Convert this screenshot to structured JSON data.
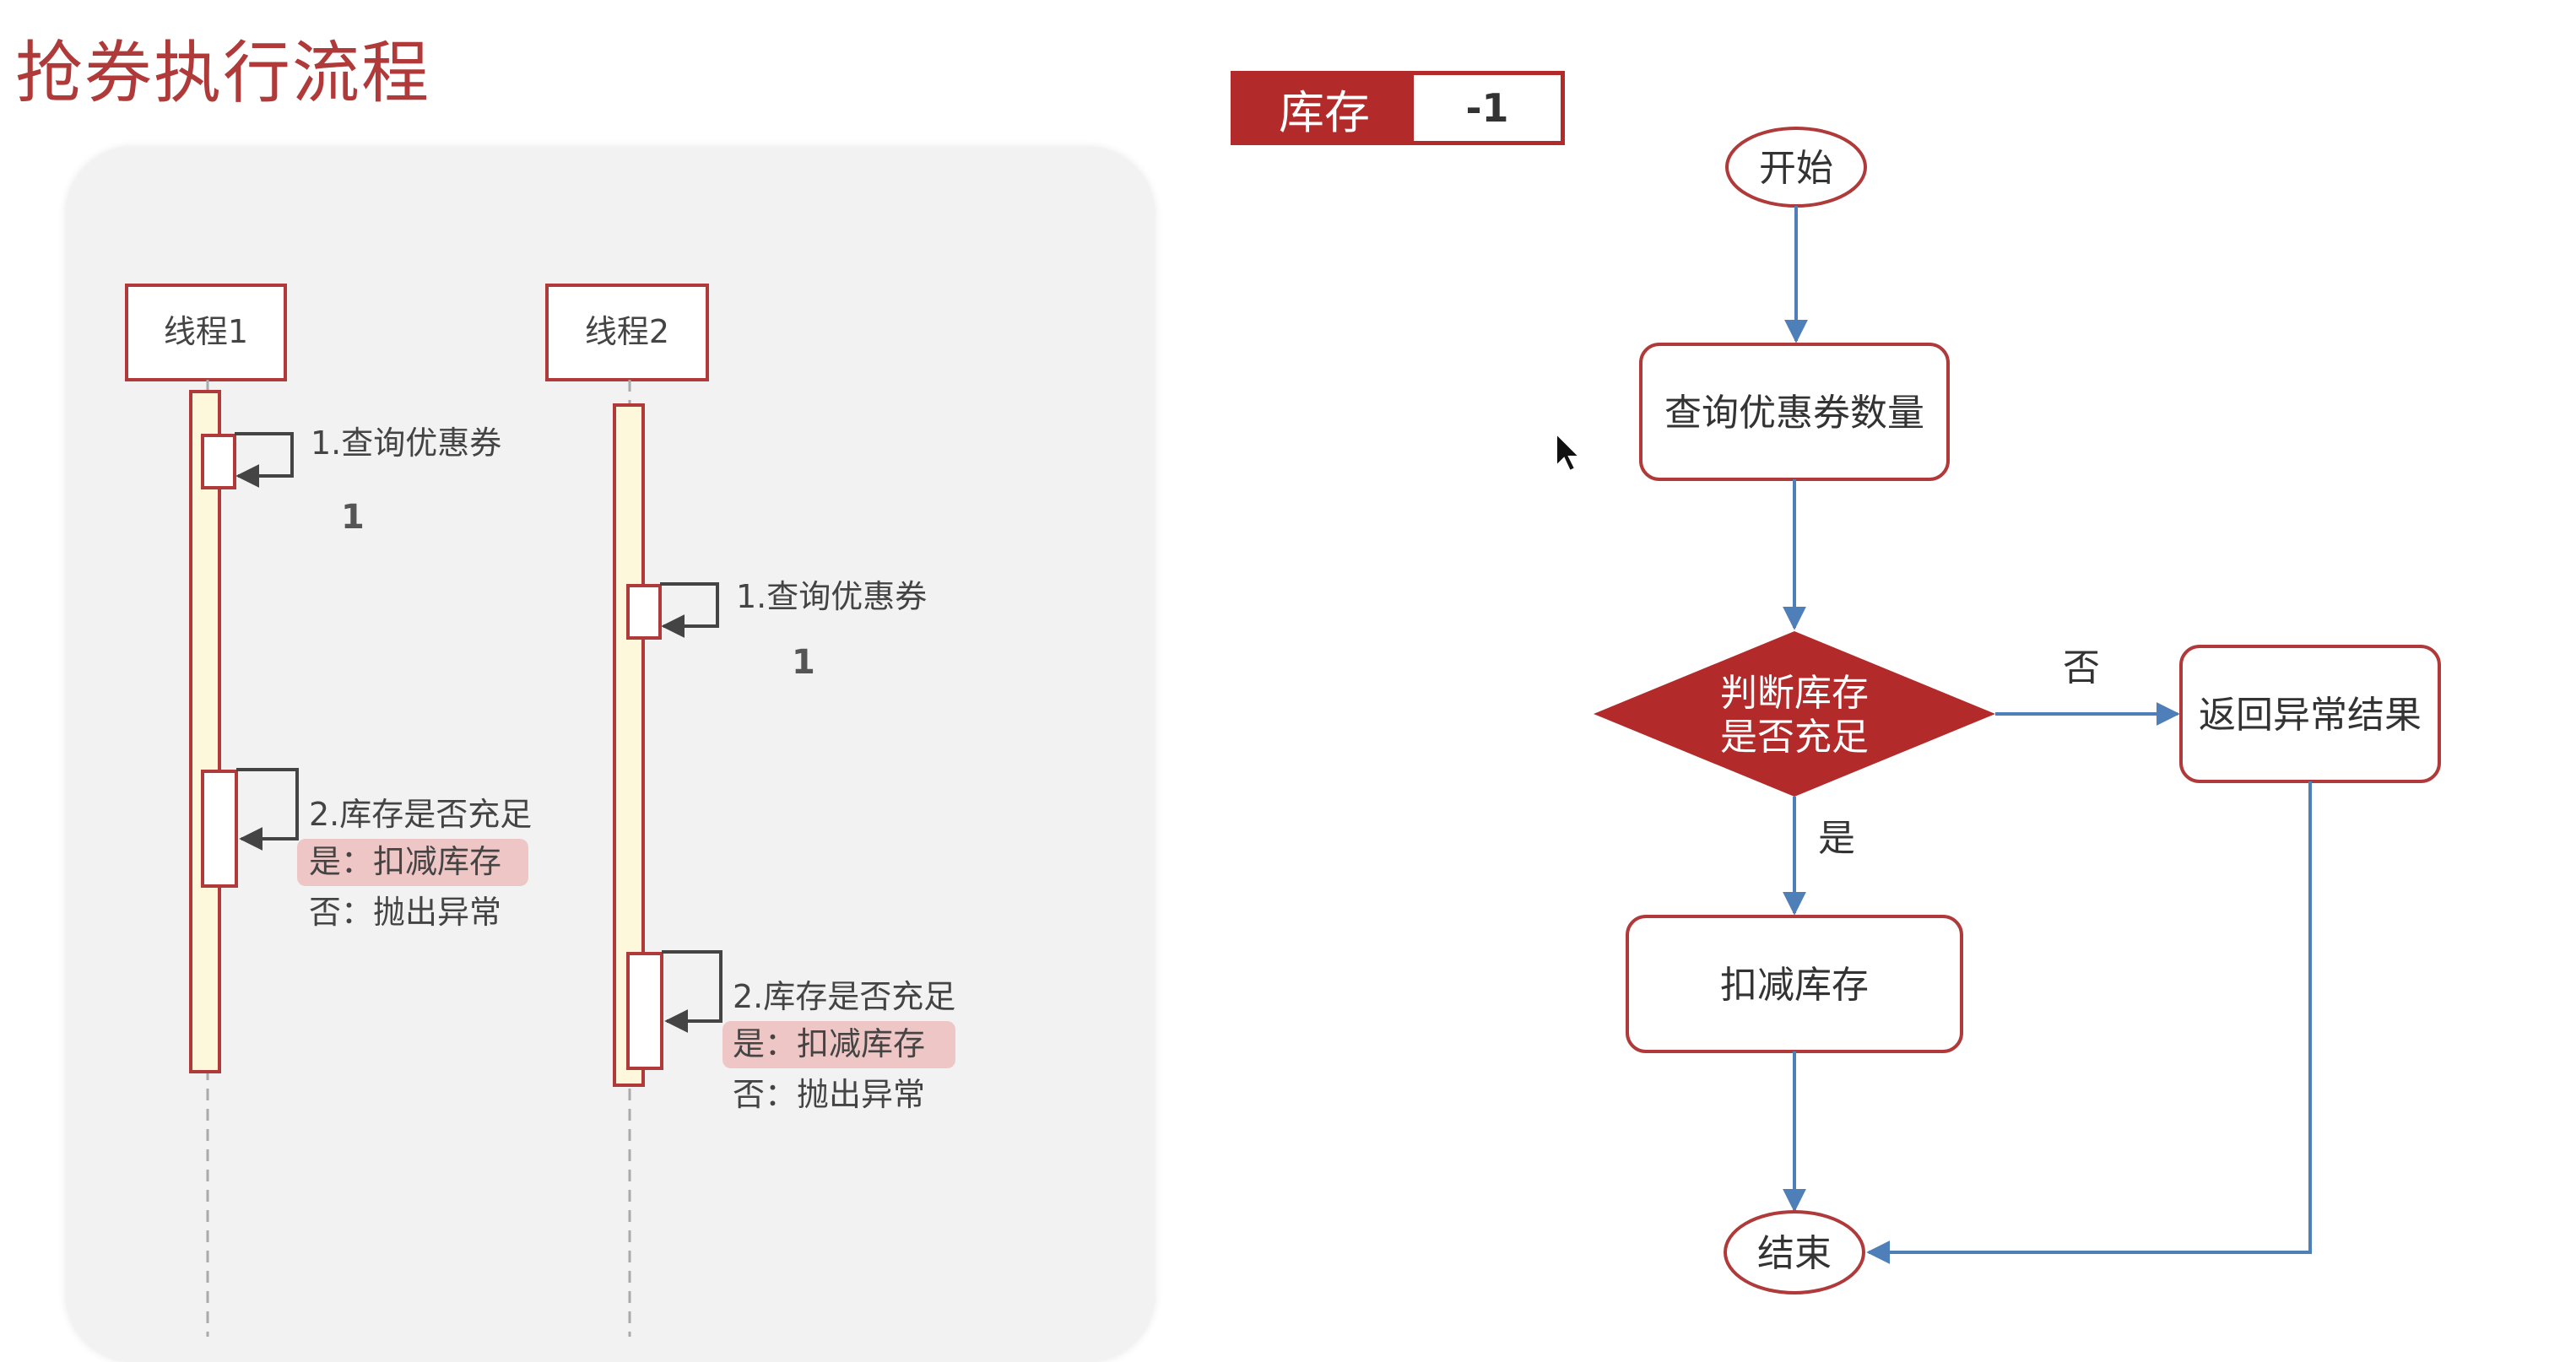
{
  "title": "抢券执行流程",
  "stock": {
    "label": "库存",
    "value": "-1"
  },
  "threads": [
    {
      "name": "线程1",
      "step1": "1.查询优惠券",
      "count": "1",
      "step2": "2.库存是否充足",
      "yes": "是：扣减库存",
      "no": "否：抛出异常"
    },
    {
      "name": "线程2",
      "step1": "1.查询优惠券",
      "count": "1",
      "step2": "2.库存是否充足",
      "yes": "是：扣减库存",
      "no": "否：抛出异常"
    }
  ],
  "flow": {
    "start": "开始",
    "query": "查询优惠券数量",
    "decision_line1": "判断库存",
    "decision_line2": "是否充足",
    "no_label": "否",
    "yes_label": "是",
    "exception": "返回异常结果",
    "deduct": "扣减库存",
    "end": "结束"
  },
  "colors": {
    "accent": "#b22a2a",
    "arrow": "#4f7fb8",
    "lifeline_fill": "#fdf8dc",
    "highlight": "#efc6c6"
  }
}
